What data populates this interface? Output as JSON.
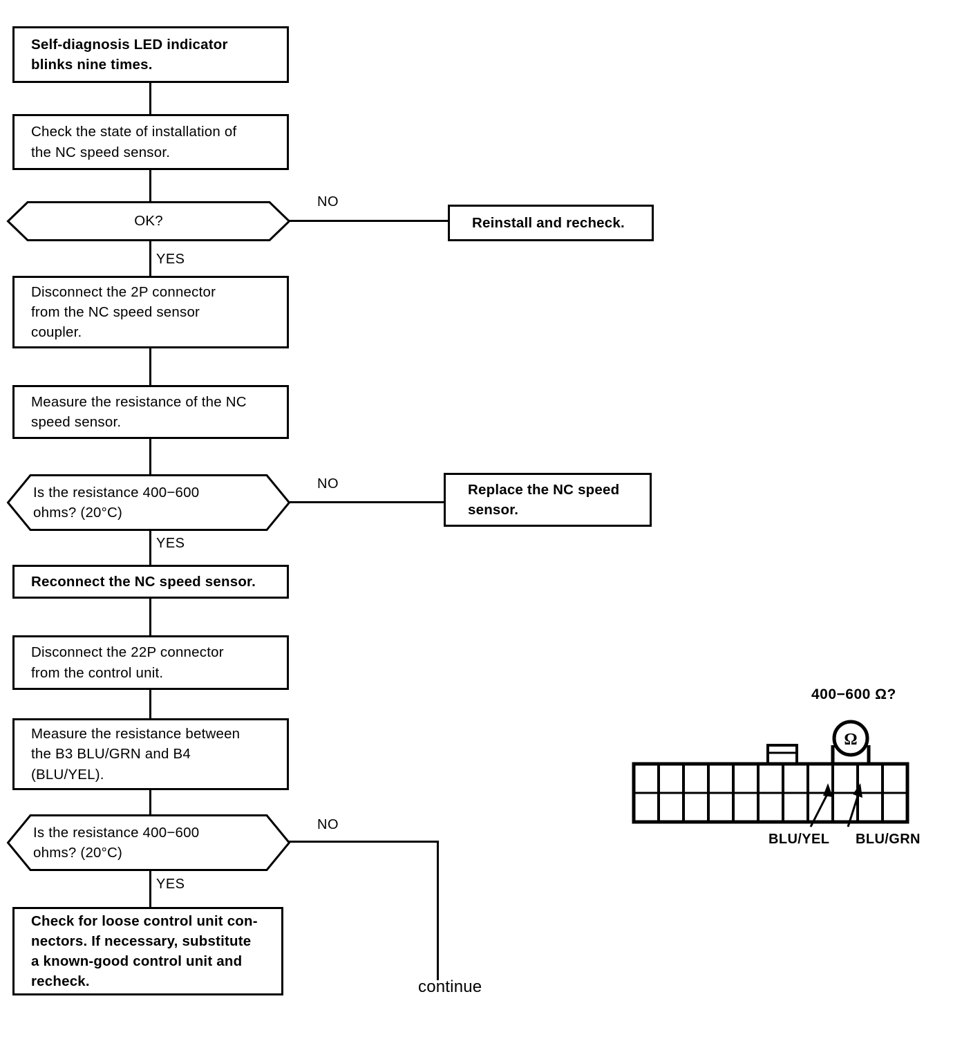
{
  "flowchart": {
    "title": "NC speed sensor self-diagnosis troubleshooting",
    "nodes": {
      "start": {
        "type": "process",
        "text": "Self-diagnosis  LED  indicator\nblinks nine times."
      },
      "check_install": {
        "type": "process",
        "text": "Check the state of installation of\nthe NC speed sensor."
      },
      "ok_decision": {
        "type": "decision",
        "text": "OK?"
      },
      "reinstall": {
        "type": "process",
        "text": "Reinstall and recheck."
      },
      "disconnect_2p": {
        "type": "process",
        "text": "Disconnect  the  2P  connector\nfrom  the  NC  speed  sensor\ncoupler."
      },
      "measure_sensor": {
        "type": "process",
        "text": "Measure the resistance of the NC\nspeed sensor."
      },
      "resistance_decision_1": {
        "type": "decision",
        "text": "Is   the   resistance   400−600\nohms? (20°C)"
      },
      "replace_sensor": {
        "type": "process",
        "text": "Replace the NC speed\nsensor."
      },
      "reconnect": {
        "type": "process",
        "text": "Reconnect the NC speed sensor."
      },
      "disconnect_22p": {
        "type": "process",
        "text": "Disconnect  the  22P  connector\nfrom the control unit."
      },
      "measure_between": {
        "type": "process",
        "text": "Measure the resistance between\nthe   B3   BLU/GRN   and   B4\n(BLU/YEL)."
      },
      "resistance_decision_2": {
        "type": "decision",
        "text": "Is   the   resistance   400−600\nohms? (20°C)"
      },
      "check_loose": {
        "type": "process",
        "text": "Check for loose control unit con-\nnectors. If necessary, substitute\na known-good control unit and\nrecheck."
      }
    },
    "branch_labels": {
      "no_1": "NO",
      "yes_1": "YES",
      "no_2": "NO",
      "yes_2": "YES",
      "no_3": "NO",
      "yes_3": "YES"
    },
    "continue_label": "continue"
  },
  "connector_illustration": {
    "ohm_title": "400−600 Ω?",
    "ohm_symbol": "Ω",
    "labels": {
      "left": "BLU/YEL",
      "right": "BLU/GRN"
    },
    "pin_columns": 11,
    "pin_rows": 2
  },
  "colors": {
    "ink": "#000000",
    "paper": "#ffffff"
  }
}
